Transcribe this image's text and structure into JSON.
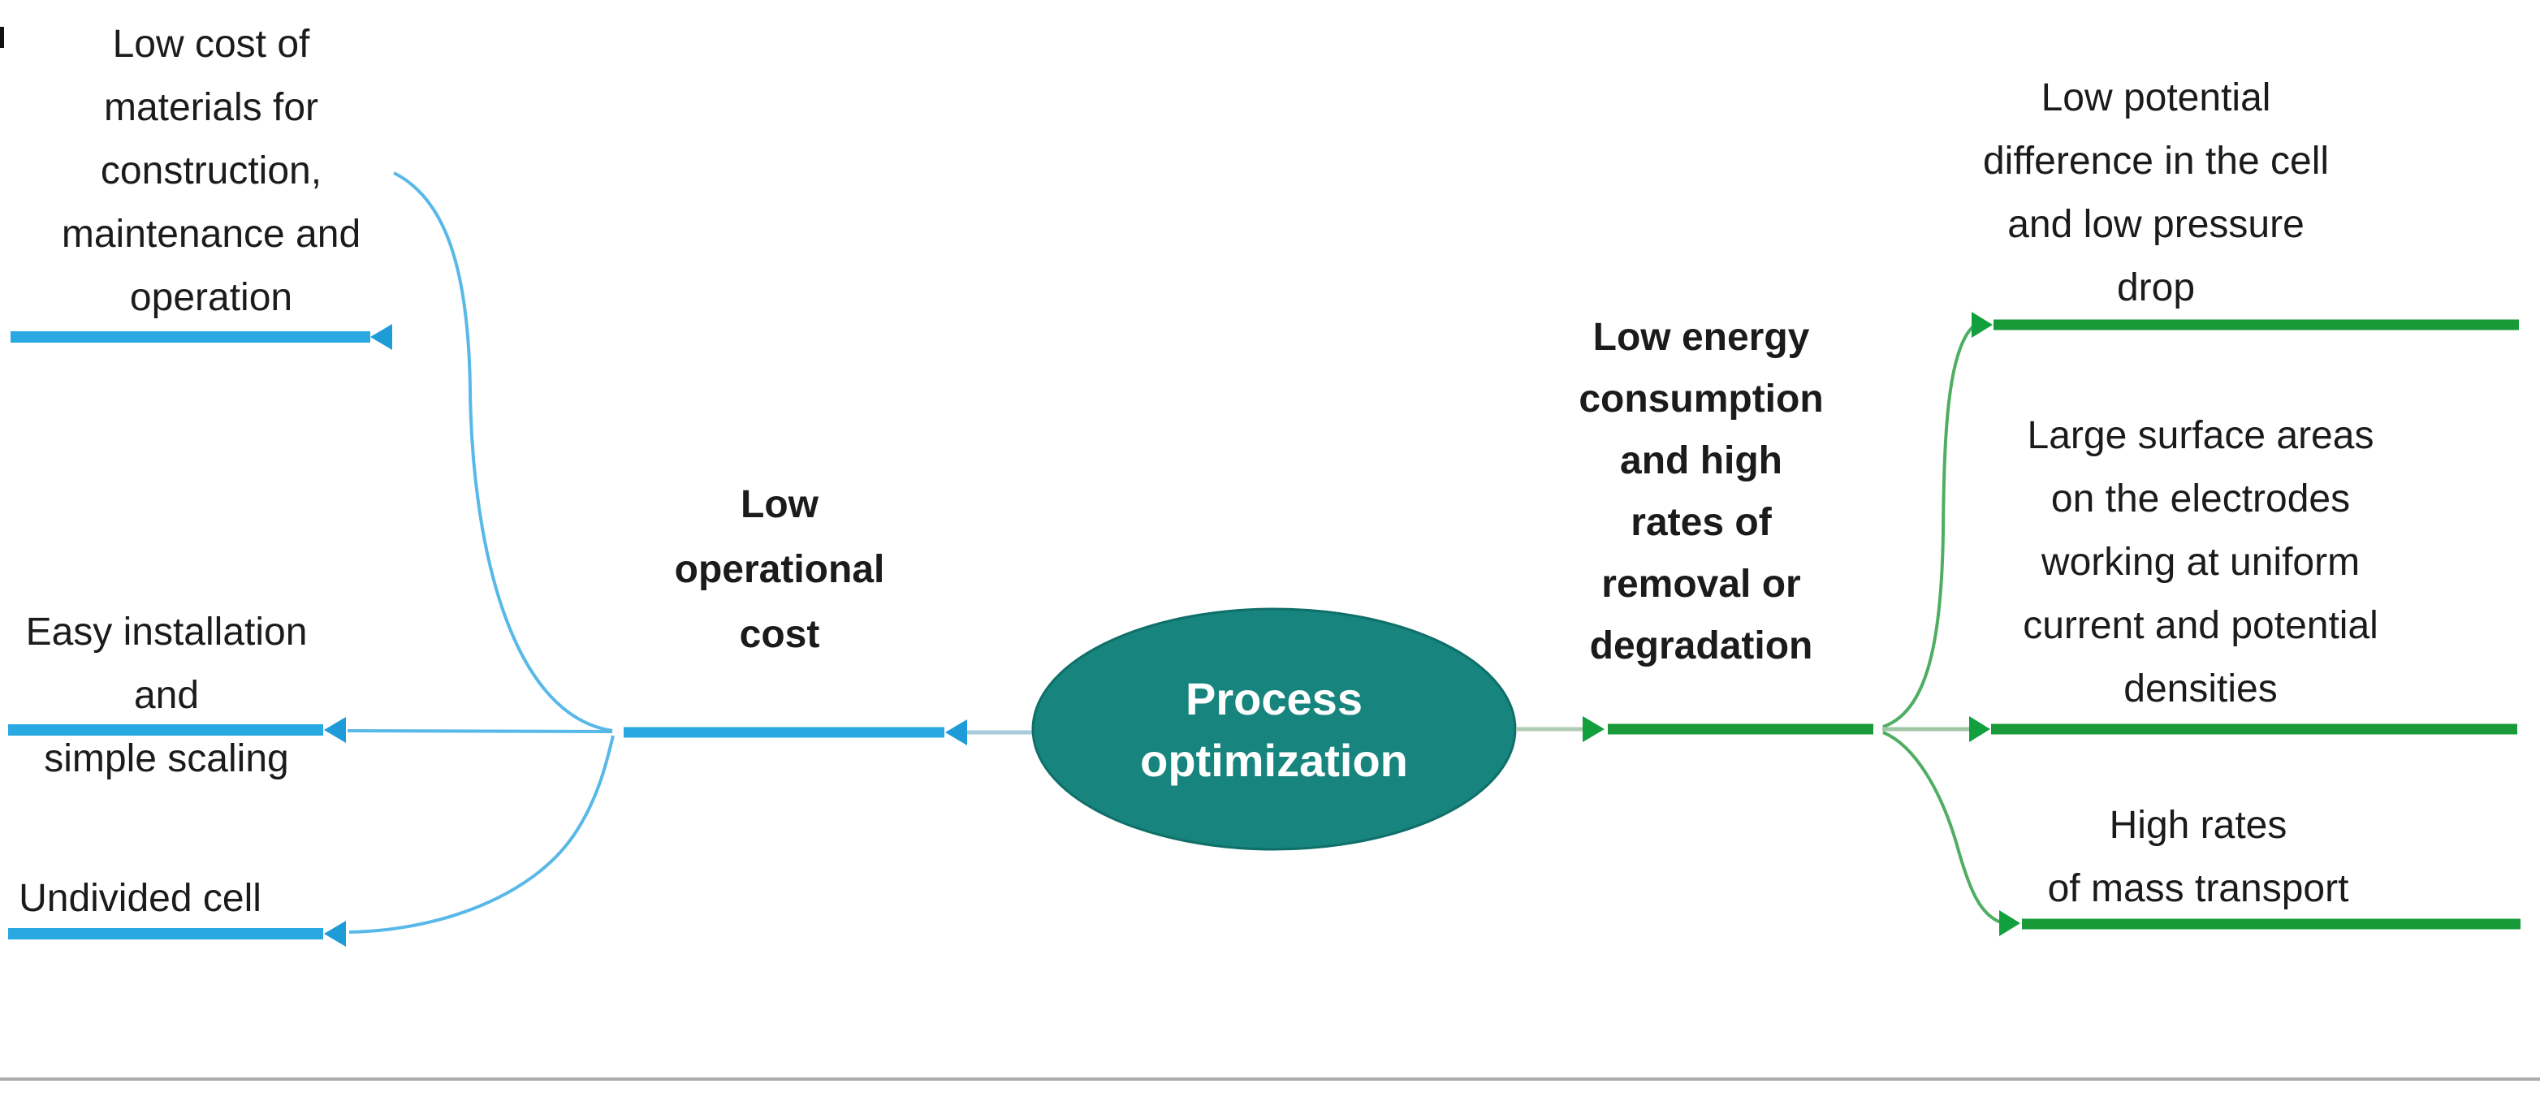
{
  "diagram": {
    "center_node": {
      "label": "Process\noptimization"
    },
    "left_branch": {
      "label": "Low\noperational\ncost",
      "items": [
        {
          "label": "Low cost of\nmaterials for\nconstruction,\nmaintenance and\noperation"
        },
        {
          "label": "Easy installation and\nsimple scaling"
        },
        {
          "label": "Undivided cell"
        }
      ]
    },
    "right_branch": {
      "label": "Low energy\nconsumption\nand high\nrates of\nremoval or\ndegradation",
      "items": [
        {
          "label": "Low potential\ndifference in the cell\nand low pressure\ndrop"
        },
        {
          "label": "Large surface areas\non the electrodes\nworking at uniform\ncurrent and potential\ndensities"
        },
        {
          "label": "High rates\nof mass transport"
        }
      ]
    },
    "colors": {
      "center_fill": "#17847D",
      "center_border": "#0F6F69",
      "left_accent": "#29A9E1",
      "left_curve": "#58B8E8",
      "left_pale": "#A9CBDC",
      "right_accent": "#189A38",
      "right_curve": "#4FAE63",
      "right_pale": "#AFCBB3",
      "text": "#1B1B1B",
      "bottom_rule": "#ACACAC"
    }
  }
}
